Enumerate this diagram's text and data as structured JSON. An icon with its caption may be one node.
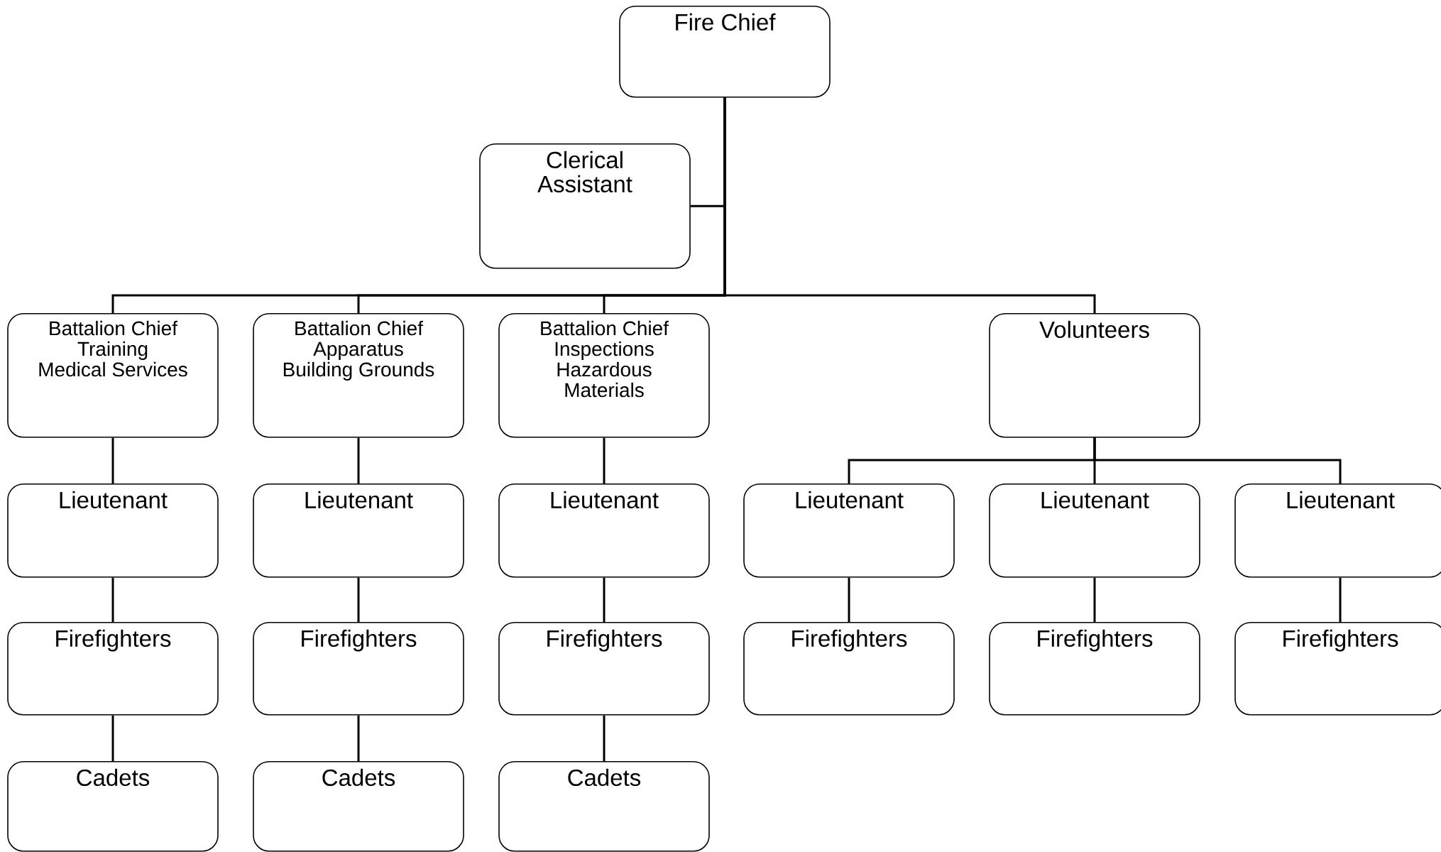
{
  "diagram": {
    "nodes": [
      {
        "text": [
          "Fire Chief"
        ]
      },
      {
        "text": [
          "Clerical Assistant"
        ]
      },
      {
        "text": [
          "Battalion Chief",
          "Training",
          "Medical Services"
        ]
      },
      {
        "text": [
          "Battalion Chief",
          "Apparatus",
          "Building Grounds"
        ]
      },
      {
        "text": [
          "Battalion Chief",
          "Inspections",
          "Hazardous Materials"
        ]
      },
      {
        "text": [
          "Volunteers"
        ]
      },
      {
        "text": [
          "Lieutenant"
        ]
      },
      {
        "text": [
          "Lieutenant"
        ]
      },
      {
        "text": [
          "Lieutenant"
        ]
      },
      {
        "text": [
          "Lieutenant"
        ]
      },
      {
        "text": [
          "Lieutenant"
        ]
      },
      {
        "text": [
          "Lieutenant"
        ]
      },
      {
        "text": [
          "Firefighters"
        ]
      },
      {
        "text": [
          "Firefighters"
        ]
      },
      {
        "text": [
          "Firefighters"
        ]
      },
      {
        "text": [
          "Firefighters"
        ]
      },
      {
        "text": [
          "Firefighters"
        ]
      },
      {
        "text": [
          "Firefighters"
        ]
      },
      {
        "text": [
          "Cadets"
        ]
      },
      {
        "text": [
          "Cadets"
        ]
      },
      {
        "text": [
          "Cadets"
        ]
      }
    ],
    "edges": [
      {
        "from": 0,
        "to": 1,
        "arrow": "none"
      },
      {
        "from": 0,
        "to": 2,
        "arrow": "none"
      },
      {
        "from": 0,
        "to": 3,
        "arrow": "none"
      },
      {
        "from": 0,
        "to": 4,
        "arrow": "none"
      },
      {
        "from": 0,
        "to": 5,
        "arrow": "none"
      },
      {
        "from": 2,
        "to": 6,
        "arrow": "none"
      },
      {
        "from": 3,
        "to": 7,
        "arrow": "none"
      },
      {
        "from": 4,
        "to": 8,
        "arrow": "none"
      },
      {
        "from": 5,
        "to": 9,
        "arrow": "none"
      },
      {
        "from": 5,
        "to": 10,
        "arrow": "none"
      },
      {
        "from": 5,
        "to": 11,
        "arrow": "none"
      },
      {
        "from": 6,
        "to": 12,
        "arrow": "none"
      },
      {
        "from": 7,
        "to": 13,
        "arrow": "none"
      },
      {
        "from": 8,
        "to": 14,
        "arrow": "none"
      },
      {
        "from": 9,
        "to": 15,
        "arrow": "none"
      },
      {
        "from": 10,
        "to": 16,
        "arrow": "none"
      },
      {
        "from": 11,
        "to": 17,
        "arrow": "none"
      },
      {
        "from": 12,
        "to": 18,
        "arrow": "none"
      },
      {
        "from": 13,
        "to": 19,
        "arrow": "none"
      },
      {
        "from": 14,
        "to": 20,
        "arrow": "none"
      }
    ]
  }
}
